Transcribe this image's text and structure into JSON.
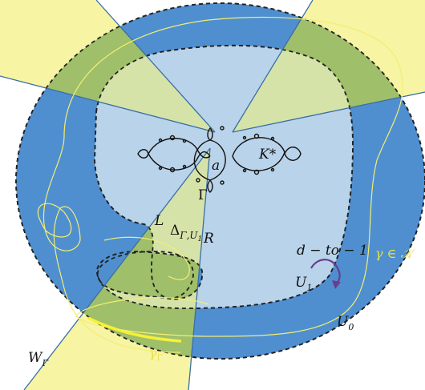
{
  "colors": {
    "outer_region": "#4f8fd0",
    "inner_region": "#b9d3ea",
    "wedge_yellow": "#f7f4a4",
    "wedge_on_outer": "#9fbf6a",
    "wedge_on_inner": "#d6e3a8",
    "curve_yellow": "#f2ee74",
    "thick_curve": "#f7f03a",
    "arrow": "#6a3d8f",
    "dashed": "#222222"
  },
  "labels": {
    "a": "a",
    "K_star": "K*",
    "Gamma": "Γ",
    "L": "L",
    "R": "R",
    "Delta": "Δ",
    "Delta_sub": "Γ,U",
    "Delta_sub_sub": "1",
    "d_to_1": "d − to − 1",
    "U1": "U",
    "U1_sub": "1",
    "U0": "U",
    "U0_sub": "0",
    "gamma_in_K": "γ ∈ 𝒦",
    "W_Gamma": "W",
    "W_Gamma_sub": "Γ",
    "gamma_Gamma": "γ",
    "gamma_Gamma_sub": "Γ"
  }
}
